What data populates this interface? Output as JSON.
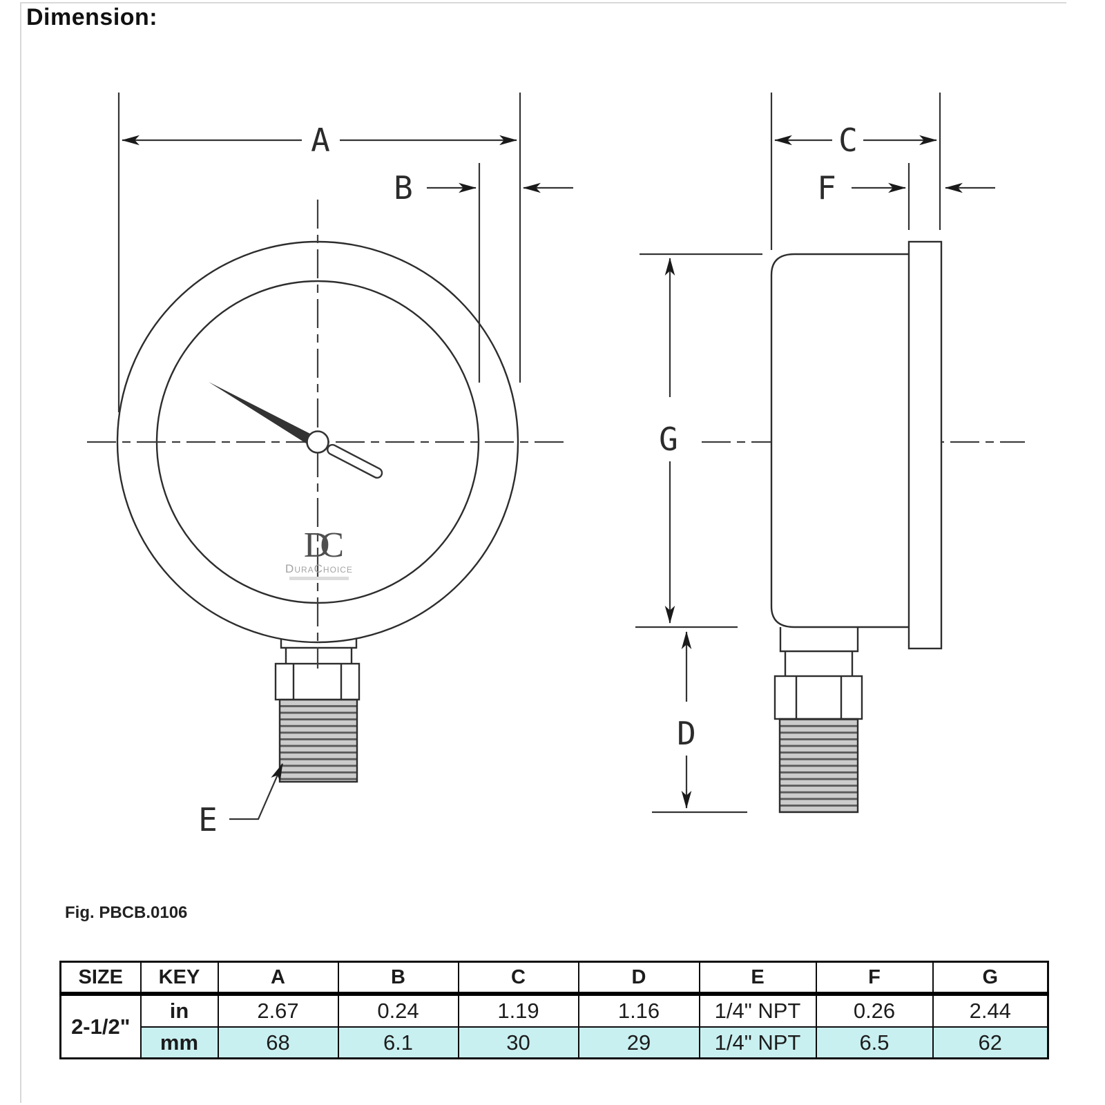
{
  "page": {
    "title": "Dimension:",
    "figure_caption": "Fig. PBCB.0106"
  },
  "diagram": {
    "labels": {
      "A": "A",
      "B": "B",
      "C": "C",
      "D": "D",
      "E": "E",
      "F": "F",
      "G": "G"
    },
    "logo": {
      "monogram": "DC",
      "name": "DuraChoice"
    }
  },
  "table": {
    "columns": [
      "SIZE",
      "KEY",
      "A",
      "B",
      "C",
      "D",
      "E",
      "F",
      "G"
    ],
    "size_label": "2-1/2\"",
    "rows": [
      {
        "key": "in",
        "values": [
          "2.67",
          "0.24",
          "1.19",
          "1.16",
          "1/4\" NPT",
          "0.26",
          "2.44"
        ]
      },
      {
        "key": "mm",
        "values": [
          "68",
          "6.1",
          "30",
          "29",
          "1/4\" NPT",
          "6.5",
          "62"
        ]
      }
    ],
    "colors": {
      "mm_row_bg": "#c9f0f1",
      "border": "#0c0c0c"
    }
  }
}
